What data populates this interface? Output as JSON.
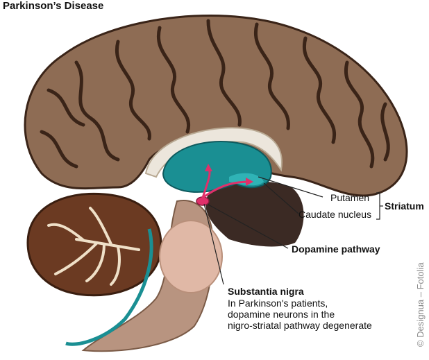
{
  "title": "Parkinson’s Disease",
  "labels": {
    "putamen": "Putamen",
    "caudate": "Caudate nucleus",
    "striatum": "Striatum",
    "dopamine_pathway": "Dopamine pathway",
    "substantia_nigra": "Substantia nigra",
    "sn_desc_1": "In Parkinson's patients,",
    "sn_desc_2": "dopamine neurons in the",
    "sn_desc_3": "nigro-striatal pathway degenerate"
  },
  "credit": "© Designua – Fotolia",
  "colors": {
    "cortex": "#8e6c54",
    "cortex_dark": "#3a2418",
    "striatum": "#1a8f93",
    "cerebellum": "#6b3a22",
    "brainstem": "#b89480",
    "pathway": "#e0306a",
    "dark_region": "#3b2a24"
  }
}
